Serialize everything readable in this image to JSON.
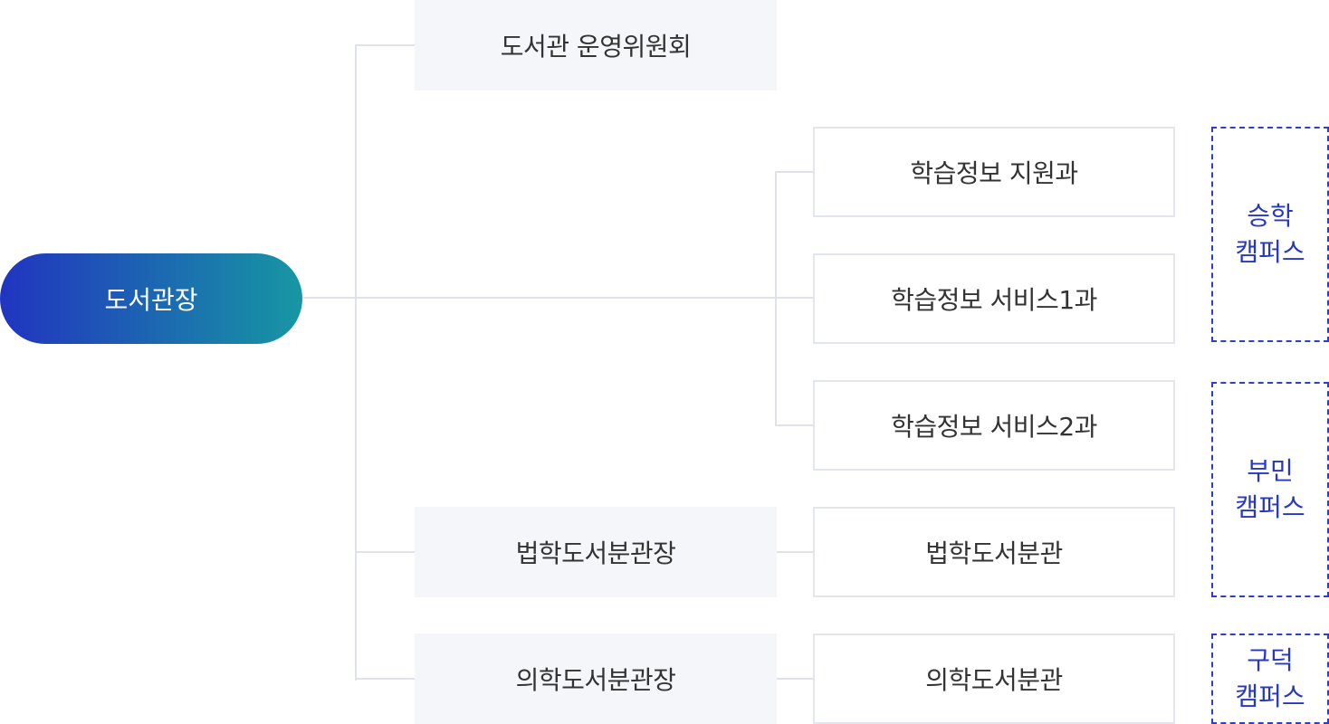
{
  "director": "도서관장",
  "committee": "도서관 운영위원회",
  "departments": {
    "support": "학습정보 지원과",
    "service1": "학습정보 서비스1과",
    "service2": "학습정보 서비스2과"
  },
  "branches": {
    "law_head": "법학도서분관장",
    "law_library": "법학도서분관",
    "medical_head": "의학도서분관장",
    "medical_library": "의학도서분관"
  },
  "campuses": [
    {
      "line1": "승학",
      "line2": "캠퍼스"
    },
    {
      "line1": "부민",
      "line2": "캠퍼스"
    },
    {
      "line1": "구덕",
      "line2": "캠퍼스"
    }
  ],
  "colors": {
    "root_gradient_start": "#2134c0",
    "root_gradient_end": "#1797a3",
    "campus_accent": "#2b3fcf",
    "connector": "#dfe2ea"
  }
}
